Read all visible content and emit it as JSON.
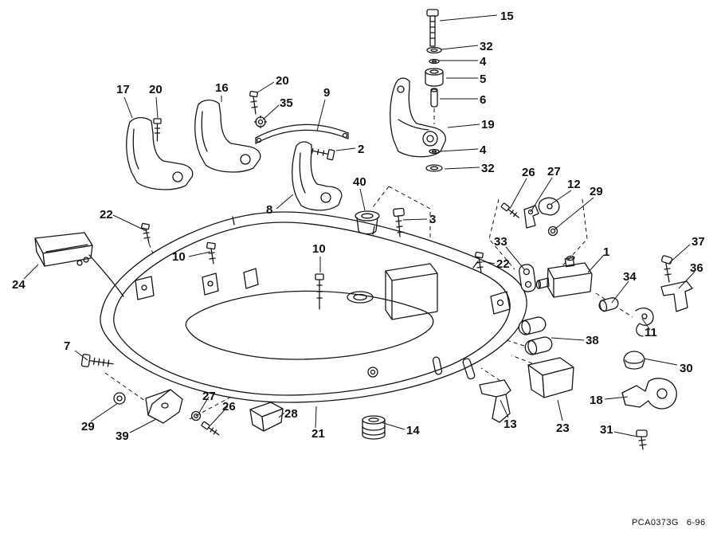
{
  "diagram": {
    "code": "PCA0373G",
    "date": "6-96"
  },
  "callouts": [
    {
      "label": "15"
    },
    {
      "label": "32"
    },
    {
      "label": "4"
    },
    {
      "label": "5"
    },
    {
      "label": "6"
    },
    {
      "label": "19"
    },
    {
      "label": "4"
    },
    {
      "label": "32"
    },
    {
      "label": "17"
    },
    {
      "label": "20"
    },
    {
      "label": "16"
    },
    {
      "label": "20"
    },
    {
      "label": "35"
    },
    {
      "label": "9"
    },
    {
      "label": "2"
    },
    {
      "label": "8"
    },
    {
      "label": "40"
    },
    {
      "label": "3"
    },
    {
      "label": "26"
    },
    {
      "label": "27"
    },
    {
      "label": "12"
    },
    {
      "label": "29"
    },
    {
      "label": "33"
    },
    {
      "label": "22"
    },
    {
      "label": "1"
    },
    {
      "label": "34"
    },
    {
      "label": "37"
    },
    {
      "label": "36"
    },
    {
      "label": "11"
    },
    {
      "label": "38"
    },
    {
      "label": "30"
    },
    {
      "label": "22"
    },
    {
      "label": "10"
    },
    {
      "label": "10"
    },
    {
      "label": "24"
    },
    {
      "label": "7"
    },
    {
      "label": "29"
    },
    {
      "label": "39"
    },
    {
      "label": "27"
    },
    {
      "label": "26"
    },
    {
      "label": "28"
    },
    {
      "label": "21"
    },
    {
      "label": "14"
    },
    {
      "label": "13"
    },
    {
      "label": "23"
    },
    {
      "label": "18"
    },
    {
      "label": "31"
    }
  ]
}
